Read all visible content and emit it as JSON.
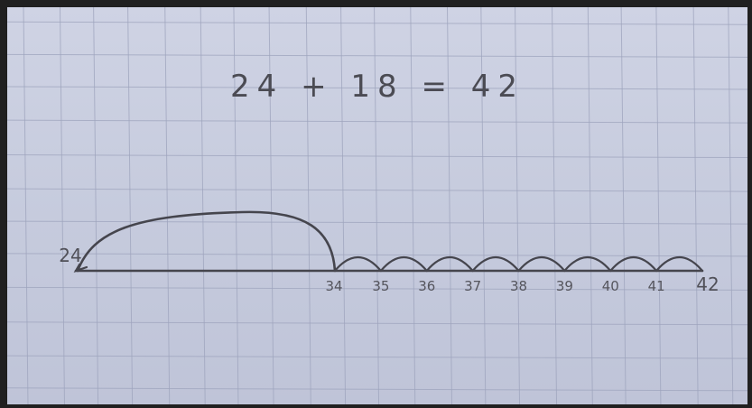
{
  "equation": "24 + 18 = 42",
  "number_line": {
    "start_label": "24",
    "big_jump_landing": "34",
    "small_jump_labels": [
      "35",
      "36",
      "37",
      "38",
      "39",
      "40",
      "41"
    ],
    "end_label": "42",
    "big_jump_size": 10,
    "small_jump_size": 1
  },
  "colors": {
    "paper": "#c9cde0",
    "grid": "#9ea4bd",
    "pencil": "#4a4a52",
    "frame": "#202020"
  }
}
